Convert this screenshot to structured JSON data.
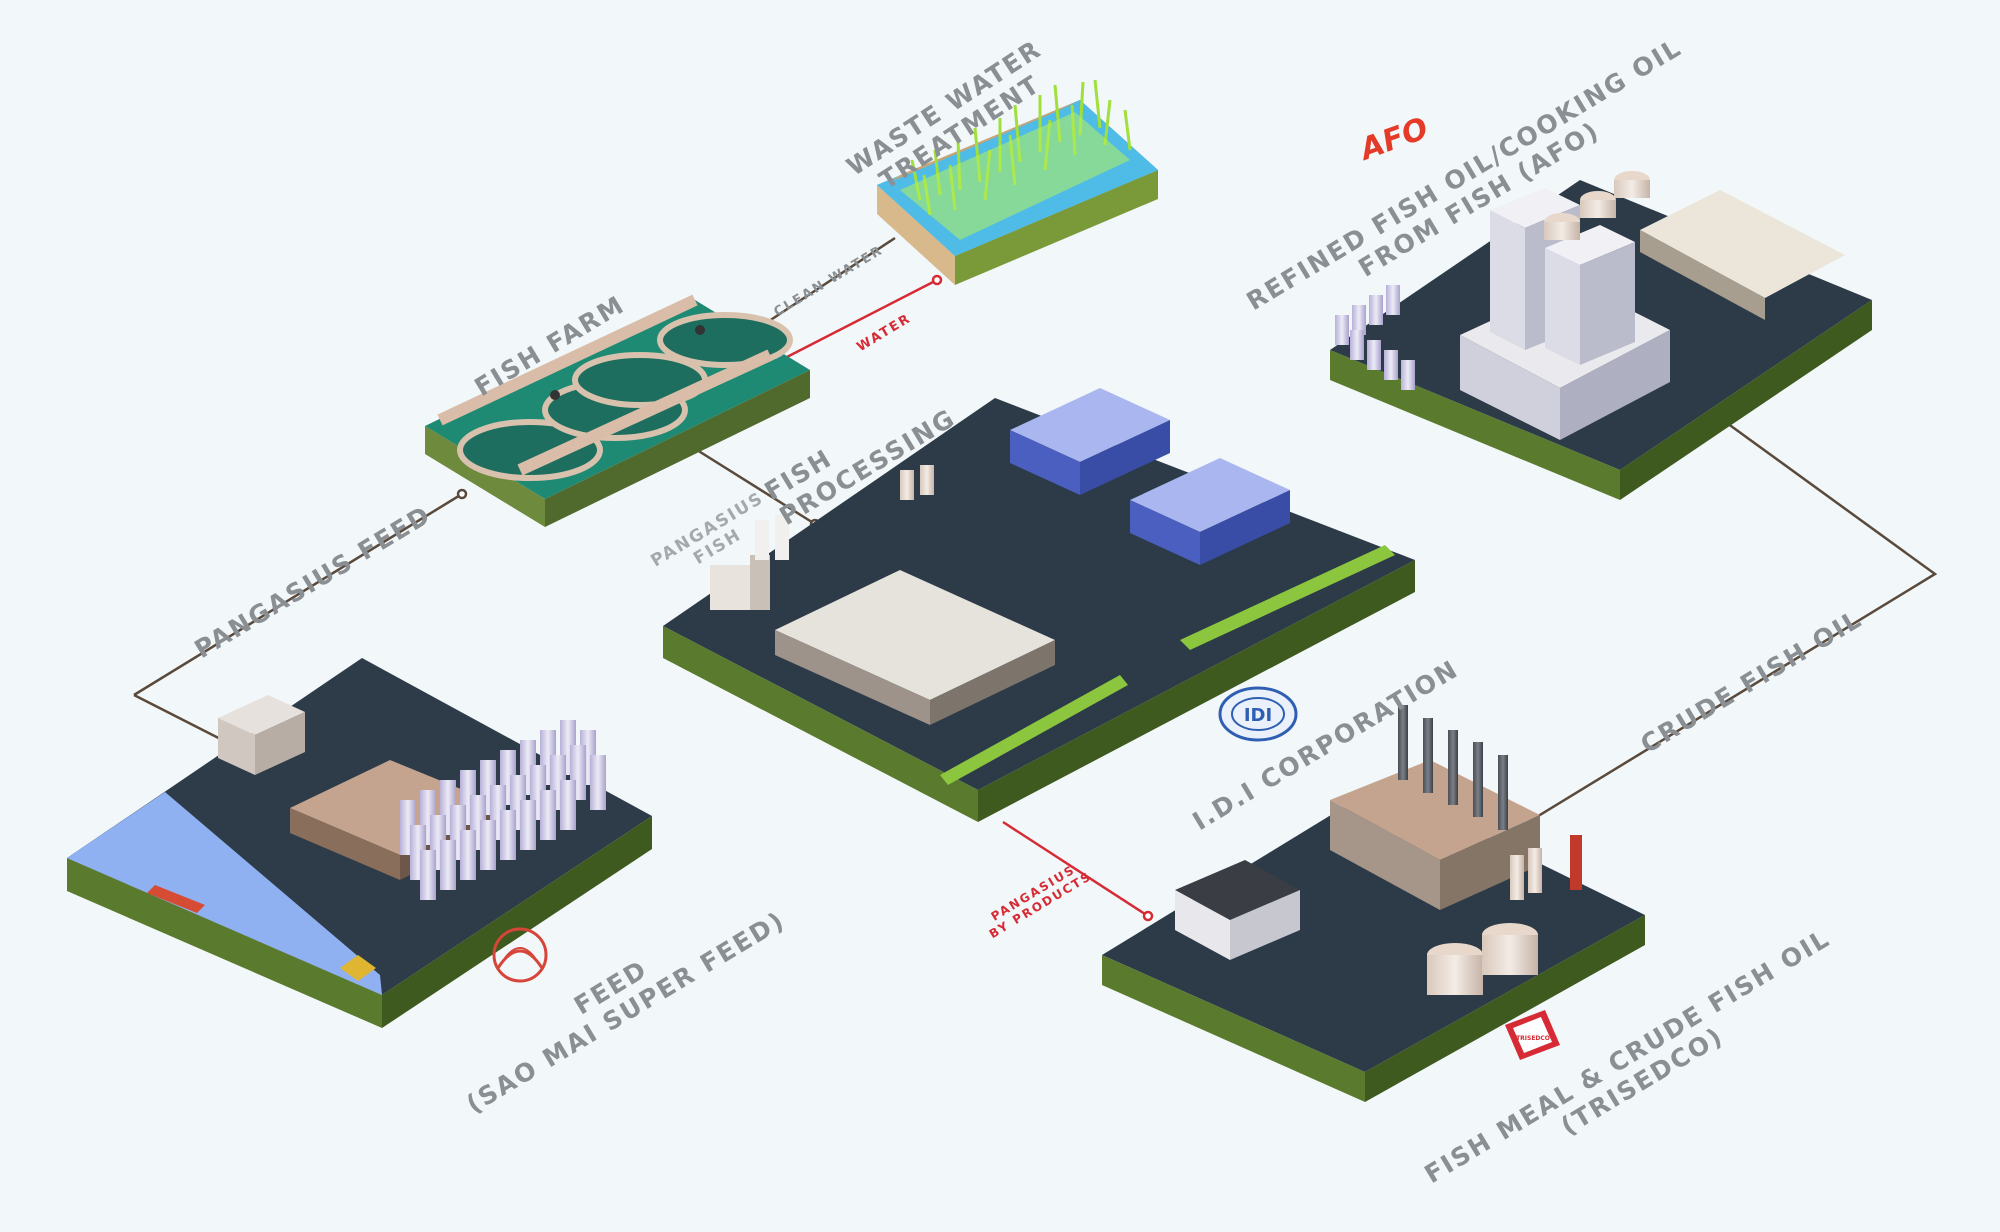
{
  "labels": {
    "waste_water_treatment": [
      "WASTE WATER",
      "TREATMENT"
    ],
    "clean_water": "CLEAN WATER",
    "water": "WATER",
    "fish_farm": "FISH FARM",
    "fish_processing": [
      "FISH",
      "PROCESSING"
    ],
    "pangasius_fish": [
      "PANGASIUS",
      "FISH"
    ],
    "pangasius_feed": "PANGASIUS FEED",
    "idi": "I.D.I CORPORATION",
    "feed": [
      "FEED",
      "(SAO MAI SUPER FEED)"
    ],
    "afo": [
      "REFINED FISH OIL/COOKING OIL",
      "FROM FISH (AFO)"
    ],
    "crude_fish_oil": "CRUDE FISH OIL",
    "by_products": [
      "PANGASIUS",
      "BY PRODUCTS"
    ],
    "trisedco": [
      "FISH MEAL & CRUDE FISH OIL",
      "(TRISEDCO)"
    ]
  },
  "logos": {
    "afo_text": "AFO",
    "idi_text": "IDI",
    "trisedco_text": "TRISEDCO"
  },
  "colors": {
    "background": "#f2f7f9",
    "label_grey": "#8a8f93",
    "flow_red": "#d62b35",
    "flow_dark": "#5a4a3c",
    "ground_dark": "#2f3f4b",
    "grass": "#8cc63f",
    "water": "#4fb8e0",
    "pond": "#1f7a6a",
    "warehouse_blue": "#4a5fbf",
    "silo": "#c8c0e0",
    "roof_brown": "#b79a86"
  }
}
